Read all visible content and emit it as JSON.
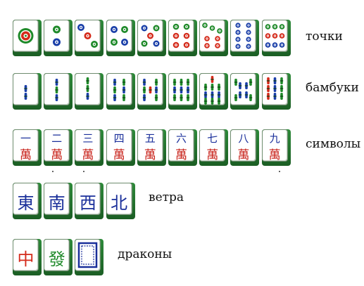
{
  "rows": [
    {
      "id": "dots",
      "label": "точки",
      "tiles": [
        {
          "kind": "dots",
          "value": 1
        },
        {
          "kind": "dots",
          "value": 2
        },
        {
          "kind": "dots",
          "value": 3
        },
        {
          "kind": "dots",
          "value": 4
        },
        {
          "kind": "dots",
          "value": 5
        },
        {
          "kind": "dots",
          "value": 6
        },
        {
          "kind": "dots",
          "value": 7
        },
        {
          "kind": "dots",
          "value": 8
        },
        {
          "kind": "dots",
          "value": 9
        }
      ]
    },
    {
      "id": "bamboo",
      "label": "бамбуки",
      "tiles": [
        {
          "kind": "bamboo",
          "value": 1
        },
        {
          "kind": "bamboo",
          "value": 2
        },
        {
          "kind": "bamboo",
          "value": 3
        },
        {
          "kind": "bamboo",
          "value": 4
        },
        {
          "kind": "bamboo",
          "value": 5
        },
        {
          "kind": "bamboo",
          "value": 6
        },
        {
          "kind": "bamboo",
          "value": 7
        },
        {
          "kind": "bamboo",
          "value": 8
        },
        {
          "kind": "bamboo",
          "value": 9
        }
      ]
    },
    {
      "id": "characters",
      "label": "символы",
      "tiles": [
        {
          "kind": "character",
          "top": "一",
          "bottom": "萬"
        },
        {
          "kind": "character",
          "top": "二",
          "bottom": "萬"
        },
        {
          "kind": "character",
          "top": "三",
          "bottom": "萬"
        },
        {
          "kind": "character",
          "top": "四",
          "bottom": "萬"
        },
        {
          "kind": "character",
          "top": "五",
          "bottom": "萬"
        },
        {
          "kind": "character",
          "top": "六",
          "bottom": "萬"
        },
        {
          "kind": "character",
          "top": "七",
          "bottom": "萬"
        },
        {
          "kind": "character",
          "top": "八",
          "bottom": "萬"
        },
        {
          "kind": "character",
          "top": "九",
          "bottom": "萬"
        }
      ]
    },
    {
      "id": "winds",
      "label": "ветра",
      "tiles": [
        {
          "kind": "honor",
          "glyph": "東",
          "color": "#1a2f9a"
        },
        {
          "kind": "honor",
          "glyph": "南",
          "color": "#1a2f9a"
        },
        {
          "kind": "honor",
          "glyph": "西",
          "color": "#1a2f9a"
        },
        {
          "kind": "honor",
          "glyph": "北",
          "color": "#1a2f9a"
        }
      ]
    },
    {
      "id": "dragons",
      "label": "драконы",
      "tiles": [
        {
          "kind": "honor",
          "glyph": "中",
          "color": "#d42a1a"
        },
        {
          "kind": "honor",
          "glyph": "發",
          "color": "#1f8a2a"
        },
        {
          "kind": "white-dragon",
          "color": "#1a2f9a"
        }
      ]
    }
  ],
  "colors": {
    "tile_back": "#1f6e2a",
    "dot_blue": "#1a3fa8",
    "dot_red": "#d42a1a",
    "dot_green": "#1f8a2a",
    "character_number": "#1a2f9a",
    "character_suit": "#c8221a"
  }
}
